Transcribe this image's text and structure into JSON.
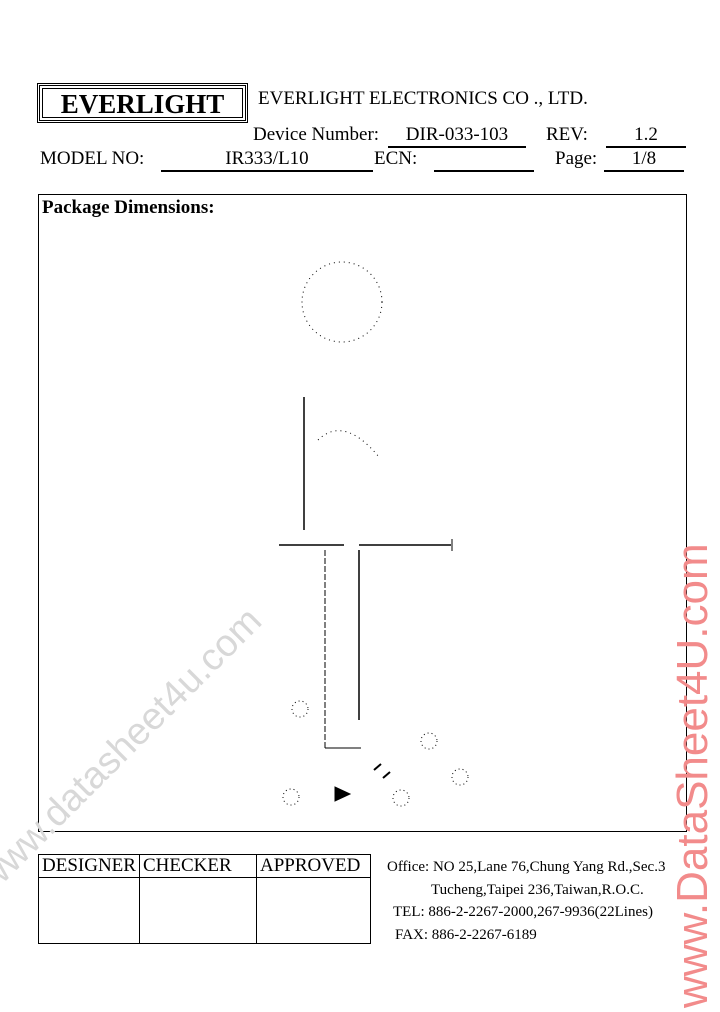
{
  "header": {
    "logo": "EVERLIGHT",
    "company": "EVERLIGHT    ELECTRONICS    CO ., LTD.",
    "device_number_label": "Device Number:",
    "device_number": "DIR-033-103",
    "rev_label": "REV:",
    "rev": "1.2",
    "model_label": "MODEL NO:",
    "model": "IR333/L10",
    "ecn_label": "ECN:",
    "ecn": "",
    "page_label": "Page:",
    "page": "1/8"
  },
  "package": {
    "title": "Package Dimensions:"
  },
  "signoff": {
    "columns": [
      "DESIGNER",
      "CHECKER",
      "APPROVED"
    ]
  },
  "office": {
    "line1": "Office: NO 25,Lane 76,Chung Yang Rd.,Sec.3",
    "line2": "Tucheng,Taipei 236,Taiwan,R.O.C.",
    "tel": "TEL: 886-2-2267-2000,267-9936(22Lines)",
    "fax": "FAX: 886-2-2267-6189"
  },
  "watermarks": {
    "diagonal": "www.datasheet4u.com",
    "vertical": "www.DataSheet4U.com"
  }
}
